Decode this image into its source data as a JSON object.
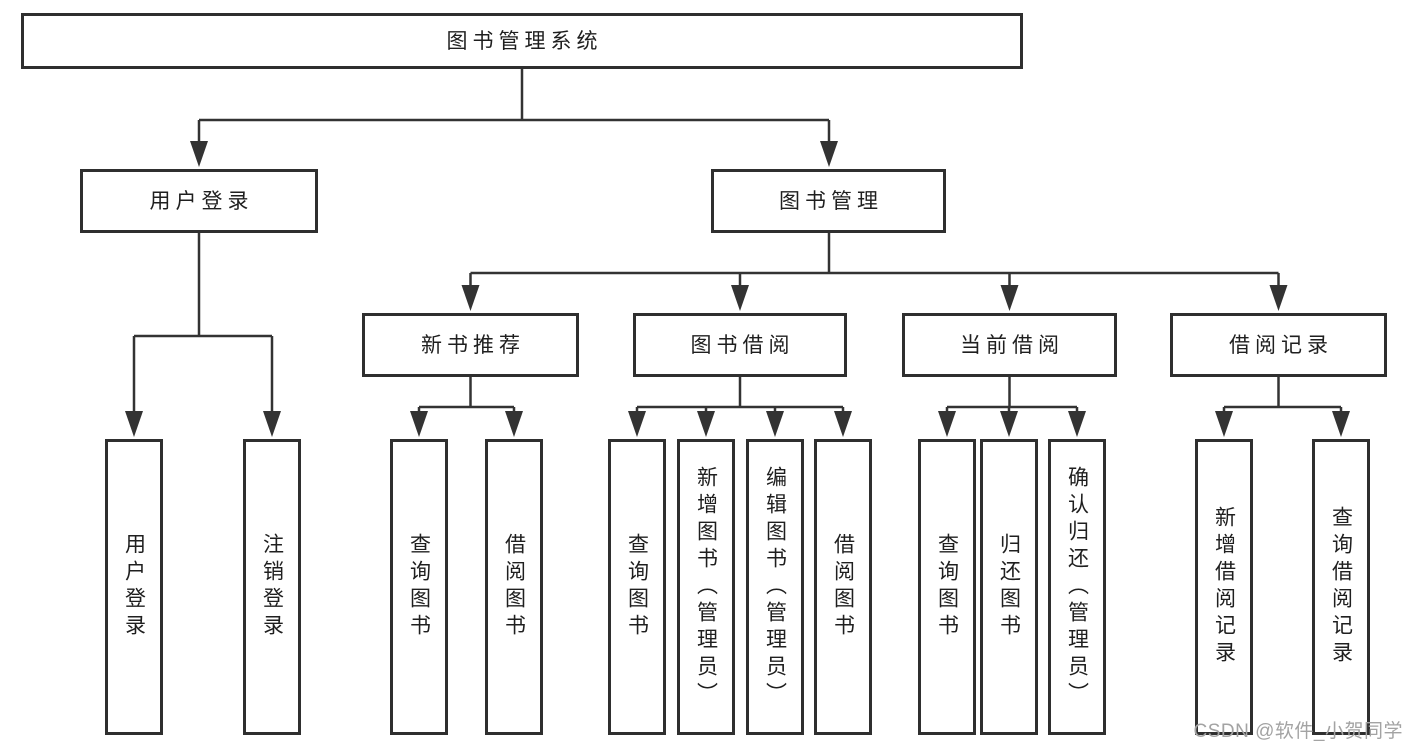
{
  "title": "图书管理系统",
  "level2": [
    {
      "label": "用户登录"
    },
    {
      "label": "图书管理"
    }
  ],
  "level3": [
    {
      "label": "新书推荐"
    },
    {
      "label": "图书借阅"
    },
    {
      "label": "当前借阅"
    },
    {
      "label": "借阅记录"
    }
  ],
  "leaves": [
    {
      "label": "用户登录"
    },
    {
      "label": "注销登录"
    },
    {
      "label": "查询图书"
    },
    {
      "label": "借阅图书"
    },
    {
      "label": "查询图书"
    },
    {
      "label": "新增图书（管理员）"
    },
    {
      "label": "编辑图书（管理员）"
    },
    {
      "label": "借阅图书"
    },
    {
      "label": "查询图书"
    },
    {
      "label": "归还图书"
    },
    {
      "label": "确认归还（管理员）"
    },
    {
      "label": "新增借阅记录"
    },
    {
      "label": "查询借阅记录"
    }
  ],
  "watermark": "CSDN @软件_小贺同学",
  "colors": {
    "line": "#333333",
    "box_border": "#2f2f2f",
    "box_fill": "#ffffff",
    "text": "#1f1f1f",
    "watermark": "#a3a3a3",
    "background": "#ffffff"
  }
}
